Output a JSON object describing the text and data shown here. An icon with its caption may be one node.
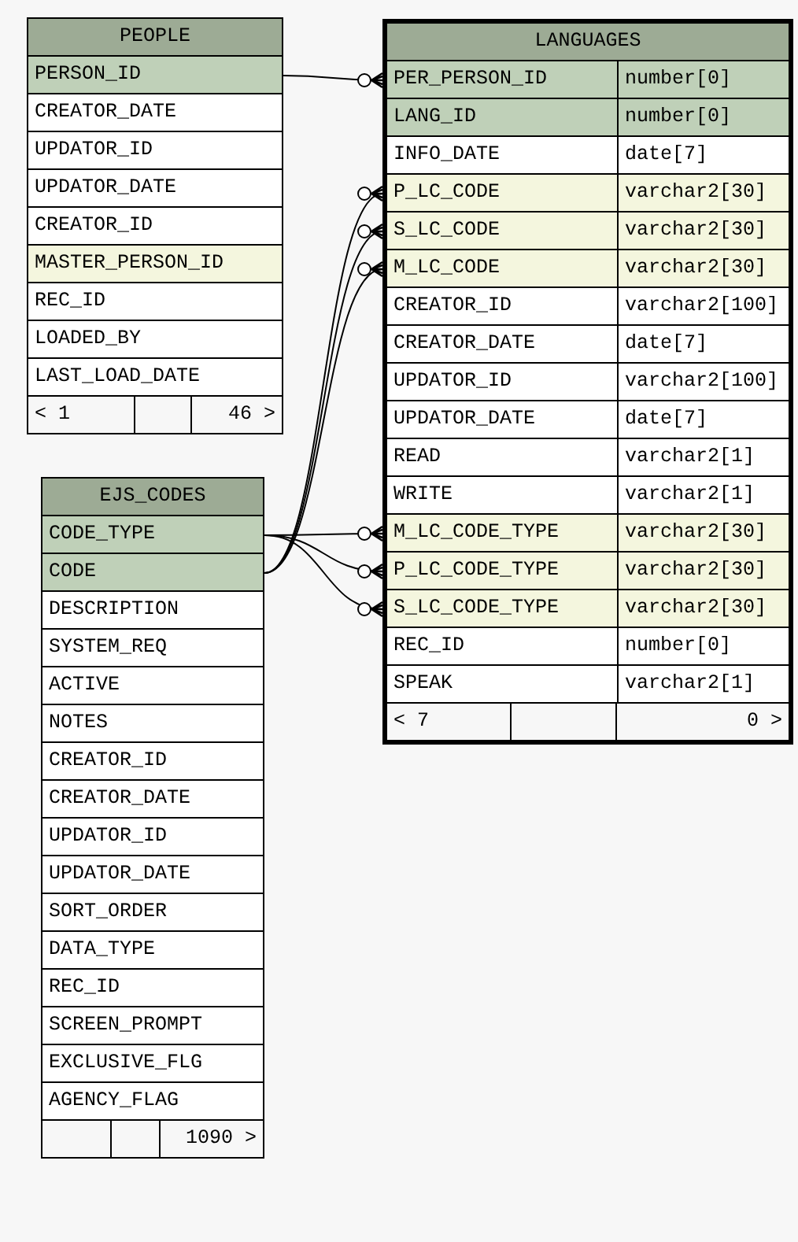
{
  "diagram": {
    "nodes": [
      {
        "text": [
          "PEOPLE"
        ]
      },
      {
        "text": [
          "PERSON_ID"
        ],
        "in": 0
      },
      {
        "text": [
          "CREATOR_DATE"
        ],
        "in": 0
      },
      {
        "text": [
          "UPDATOR_ID"
        ],
        "in": 0
      },
      {
        "text": [
          "UPDATOR_DATE"
        ],
        "in": 0
      },
      {
        "text": [
          "CREATOR_ID"
        ],
        "in": 0
      },
      {
        "text": [
          "MASTER_PERSON_ID"
        ],
        "in": 0
      },
      {
        "text": [
          "REC_ID"
        ],
        "in": 0
      },
      {
        "text": [
          "LOADED_BY"
        ],
        "in": 0
      },
      {
        "text": [
          "LAST_LOAD_DATE"
        ],
        "in": 0
      },
      {
        "text": [
          "< 1",
          "46 >"
        ],
        "in": 0
      },
      {
        "text": [
          "LANGUAGES"
        ]
      },
      {
        "text": [
          "PER_PERSON_ID",
          "number[0]"
        ],
        "in": 11
      },
      {
        "text": [
          "LANG_ID",
          "number[0]"
        ],
        "in": 11
      },
      {
        "text": [
          "INFO_DATE",
          "date[7]"
        ],
        "in": 11
      },
      {
        "text": [
          "P_LC_CODE",
          "varchar2[30]"
        ],
        "in": 11
      },
      {
        "text": [
          "S_LC_CODE",
          "varchar2[30]"
        ],
        "in": 11
      },
      {
        "text": [
          "M_LC_CODE",
          "varchar2[30]"
        ],
        "in": 11
      },
      {
        "text": [
          "CREATOR_ID",
          "varchar2[100]"
        ],
        "in": 11
      },
      {
        "text": [
          "CREATOR_DATE",
          "date[7]"
        ],
        "in": 11
      },
      {
        "text": [
          "UPDATOR_ID",
          "varchar2[100]"
        ],
        "in": 11
      },
      {
        "text": [
          "UPDATOR_DATE",
          "date[7]"
        ],
        "in": 11
      },
      {
        "text": [
          "READ",
          "varchar2[1]"
        ],
        "in": 11
      },
      {
        "text": [
          "WRITE",
          "varchar2[1]"
        ],
        "in": 11
      },
      {
        "text": [
          "M_LC_CODE_TYPE",
          "varchar2[30]"
        ],
        "in": 11
      },
      {
        "text": [
          "P_LC_CODE_TYPE",
          "varchar2[30]"
        ],
        "in": 11
      },
      {
        "text": [
          "S_LC_CODE_TYPE",
          "varchar2[30]"
        ],
        "in": 11
      },
      {
        "text": [
          "REC_ID",
          "number[0]"
        ],
        "in": 11
      },
      {
        "text": [
          "SPEAK",
          "varchar2[1]"
        ],
        "in": 11
      },
      {
        "text": [
          "< 7",
          "0 >"
        ],
        "in": 11
      },
      {
        "text": [
          "EJS_CODES"
        ]
      },
      {
        "text": [
          "CODE_TYPE"
        ],
        "in": 30
      },
      {
        "text": [
          "CODE"
        ],
        "in": 30
      },
      {
        "text": [
          "DESCRIPTION"
        ],
        "in": 30
      },
      {
        "text": [
          "SYSTEM_REQ"
        ],
        "in": 30
      },
      {
        "text": [
          "ACTIVE"
        ],
        "in": 30
      },
      {
        "text": [
          "NOTES"
        ],
        "in": 30
      },
      {
        "text": [
          "CREATOR_ID"
        ],
        "in": 30
      },
      {
        "text": [
          "CREATOR_DATE"
        ],
        "in": 30
      },
      {
        "text": [
          "UPDATOR_ID"
        ],
        "in": 30
      },
      {
        "text": [
          "UPDATOR_DATE"
        ],
        "in": 30
      },
      {
        "text": [
          "SORT_ORDER"
        ],
        "in": 30
      },
      {
        "text": [
          "DATA_TYPE"
        ],
        "in": 30
      },
      {
        "text": [
          "REC_ID"
        ],
        "in": 30
      },
      {
        "text": [
          "SCREEN_PROMPT"
        ],
        "in": 30
      },
      {
        "text": [
          "EXCLUSIVE_FLG"
        ],
        "in": 30
      },
      {
        "text": [
          "AGENCY_FLAG"
        ],
        "in": 30
      },
      {
        "text": [
          "1090 >"
        ],
        "in": 30
      }
    ],
    "edges": [
      {
        "from": 1,
        "to": 12,
        "arrow": "other"
      },
      {
        "from": 32,
        "to": 15,
        "arrow": "other"
      },
      {
        "from": 32,
        "to": 16,
        "arrow": "other"
      },
      {
        "from": 32,
        "to": 17,
        "arrow": "other"
      },
      {
        "from": 31,
        "to": 24,
        "arrow": "other"
      },
      {
        "from": 31,
        "to": 25,
        "arrow": "other"
      },
      {
        "from": 31,
        "to": 26,
        "arrow": "other"
      }
    ]
  }
}
